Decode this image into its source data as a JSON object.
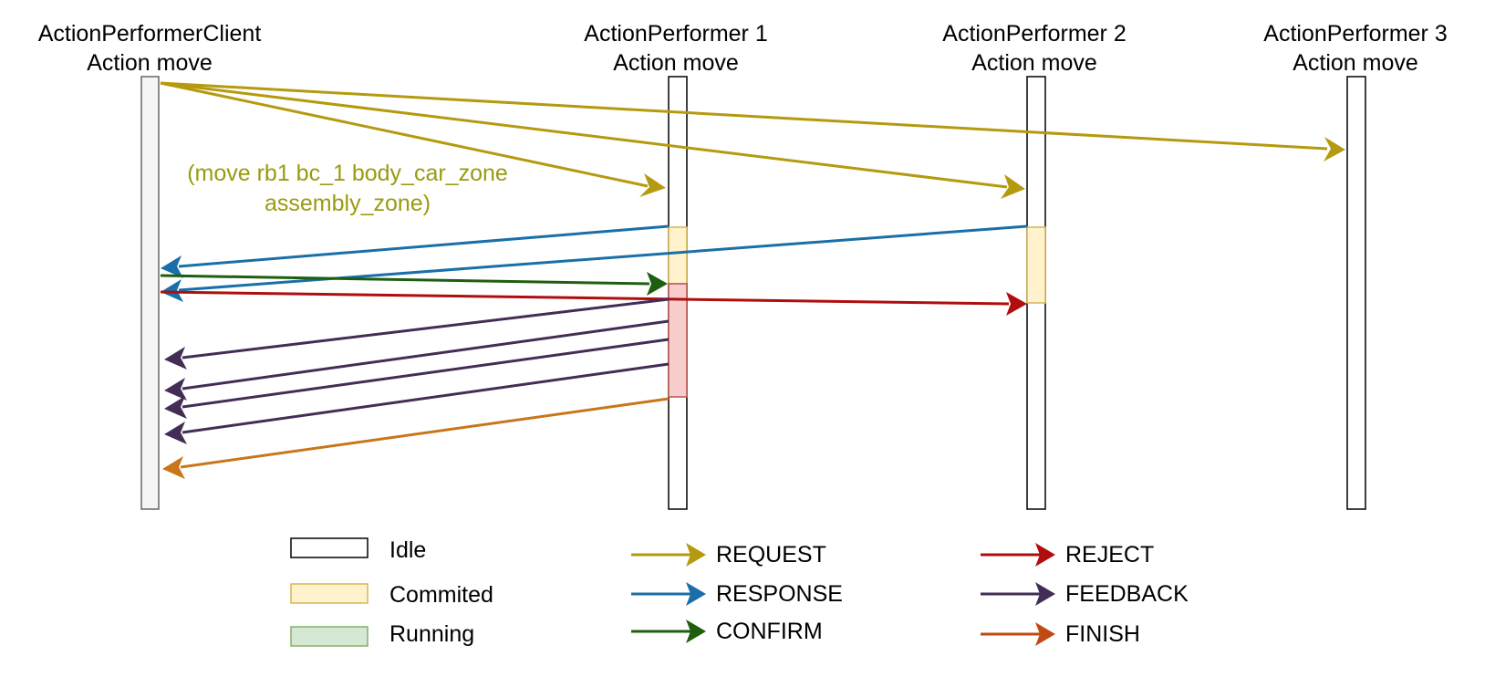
{
  "participants": [
    {
      "name": "ActionPerformerClient",
      "action": "Action move"
    },
    {
      "name": "ActionPerformer 1",
      "action": "Action move"
    },
    {
      "name": "ActionPerformer 2",
      "action": "Action move"
    },
    {
      "name": "ActionPerformer 3",
      "action": "Action move"
    }
  ],
  "request_note": {
    "line1": "(move rb1 bc_1 body_car_zone",
    "line2": "assembly_zone)"
  },
  "legend_states": [
    {
      "label": "Idle",
      "fill": "#ffffff",
      "stroke": "#000000"
    },
    {
      "label": "Commited",
      "fill": "#fff2cc",
      "stroke": "#d6b656"
    },
    {
      "label": "Running",
      "fill": "#d5e8d4",
      "stroke": "#82b366"
    }
  ],
  "legend_messages": [
    {
      "label": "REQUEST",
      "color": "#b59a0f"
    },
    {
      "label": "RESPONSE",
      "color": "#1a6fa8"
    },
    {
      "label": "CONFIRM",
      "color": "#1e5e0f"
    },
    {
      "label": "REJECT",
      "color": "#b00d0d"
    },
    {
      "label": "FEEDBACK",
      "color": "#432d57"
    },
    {
      "label": "FINISH",
      "color": "#c04a12"
    }
  ],
  "colors": {
    "request": "#b59a0f",
    "response": "#1a6fa8",
    "confirm": "#1e5e0f",
    "reject": "#b00d0d",
    "feedback": "#432d57",
    "finish": "#c9761a",
    "committed_fill": "#fff2cc",
    "committed_stroke": "#d6b656",
    "active_fill": "#f8cecc",
    "active_stroke": "#b85450",
    "client_fill": "#f5f5f5",
    "client_stroke": "#666666"
  }
}
